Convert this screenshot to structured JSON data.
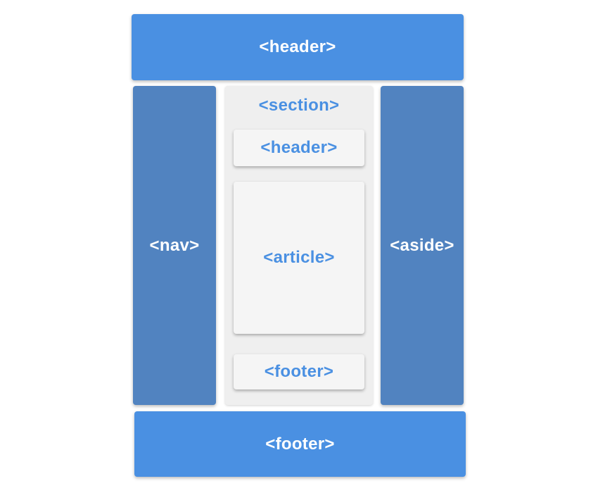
{
  "diagram": {
    "page_header": {
      "label": "<header>"
    },
    "nav": {
      "label": "<nav>"
    },
    "section": {
      "label": "<section>",
      "header": {
        "label": "<header>"
      },
      "article": {
        "label": "<article>"
      },
      "footer": {
        "label": "<footer>"
      }
    },
    "aside": {
      "label": "<aside>"
    },
    "page_footer": {
      "label": "<footer>"
    }
  },
  "colors": {
    "primary_blue": "#4a90e2",
    "secondary_blue": "#5183c0",
    "section_gray": "#efefef",
    "inner_box": "#f5f5f5"
  }
}
